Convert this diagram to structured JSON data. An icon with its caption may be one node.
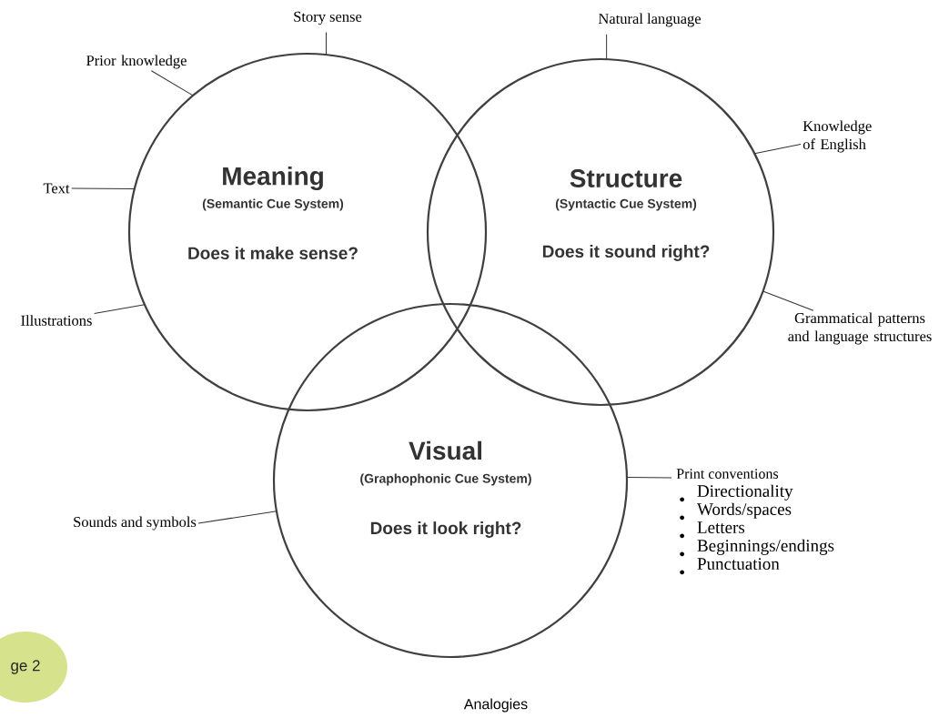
{
  "diagram": {
    "nodes": [
      {
        "text": [
          "Meaning",
          "(Semantic Cue System)",
          "Does it make sense?"
        ]
      },
      {
        "text": [
          "Structure",
          "(Syntactic Cue System)",
          "Does it sound right?"
        ]
      },
      {
        "text": [
          "Visual",
          "(Graphophonic Cue System)",
          "Does it look right?"
        ]
      },
      {
        "text": [
          "Story sense"
        ]
      },
      {
        "text": [
          "Prior knowledge"
        ]
      },
      {
        "text": [
          "Text"
        ]
      },
      {
        "text": [
          "Illustrations"
        ]
      },
      {
        "text": [
          "Natural language"
        ]
      },
      {
        "text": [
          "Knowledge of English"
        ]
      },
      {
        "text": [
          "Grammatical patterns and language structures"
        ]
      },
      {
        "text": [
          "Sounds and symbols"
        ]
      },
      {
        "text": [
          "Print conventions",
          "Directionality",
          "Words/spaces",
          "Letters",
          "Beginnings/endings",
          "Punctuation"
        ]
      },
      {
        "text": [
          "ge 2"
        ]
      }
    ],
    "edges": [
      {
        "from": 3,
        "to": 0,
        "arrow": "none"
      },
      {
        "from": 4,
        "to": 0,
        "arrow": "none"
      },
      {
        "from": 5,
        "to": 0,
        "arrow": "none"
      },
      {
        "from": 6,
        "to": 0,
        "arrow": "none"
      },
      {
        "from": 7,
        "to": 1,
        "arrow": "none"
      },
      {
        "from": 8,
        "to": 1,
        "arrow": "none"
      },
      {
        "from": 9,
        "to": 1,
        "arrow": "none"
      },
      {
        "from": 10,
        "to": 2,
        "arrow": "none"
      },
      {
        "from": 11,
        "to": 2,
        "arrow": "none"
      }
    ],
    "labels": [
      "Analogies"
    ]
  }
}
